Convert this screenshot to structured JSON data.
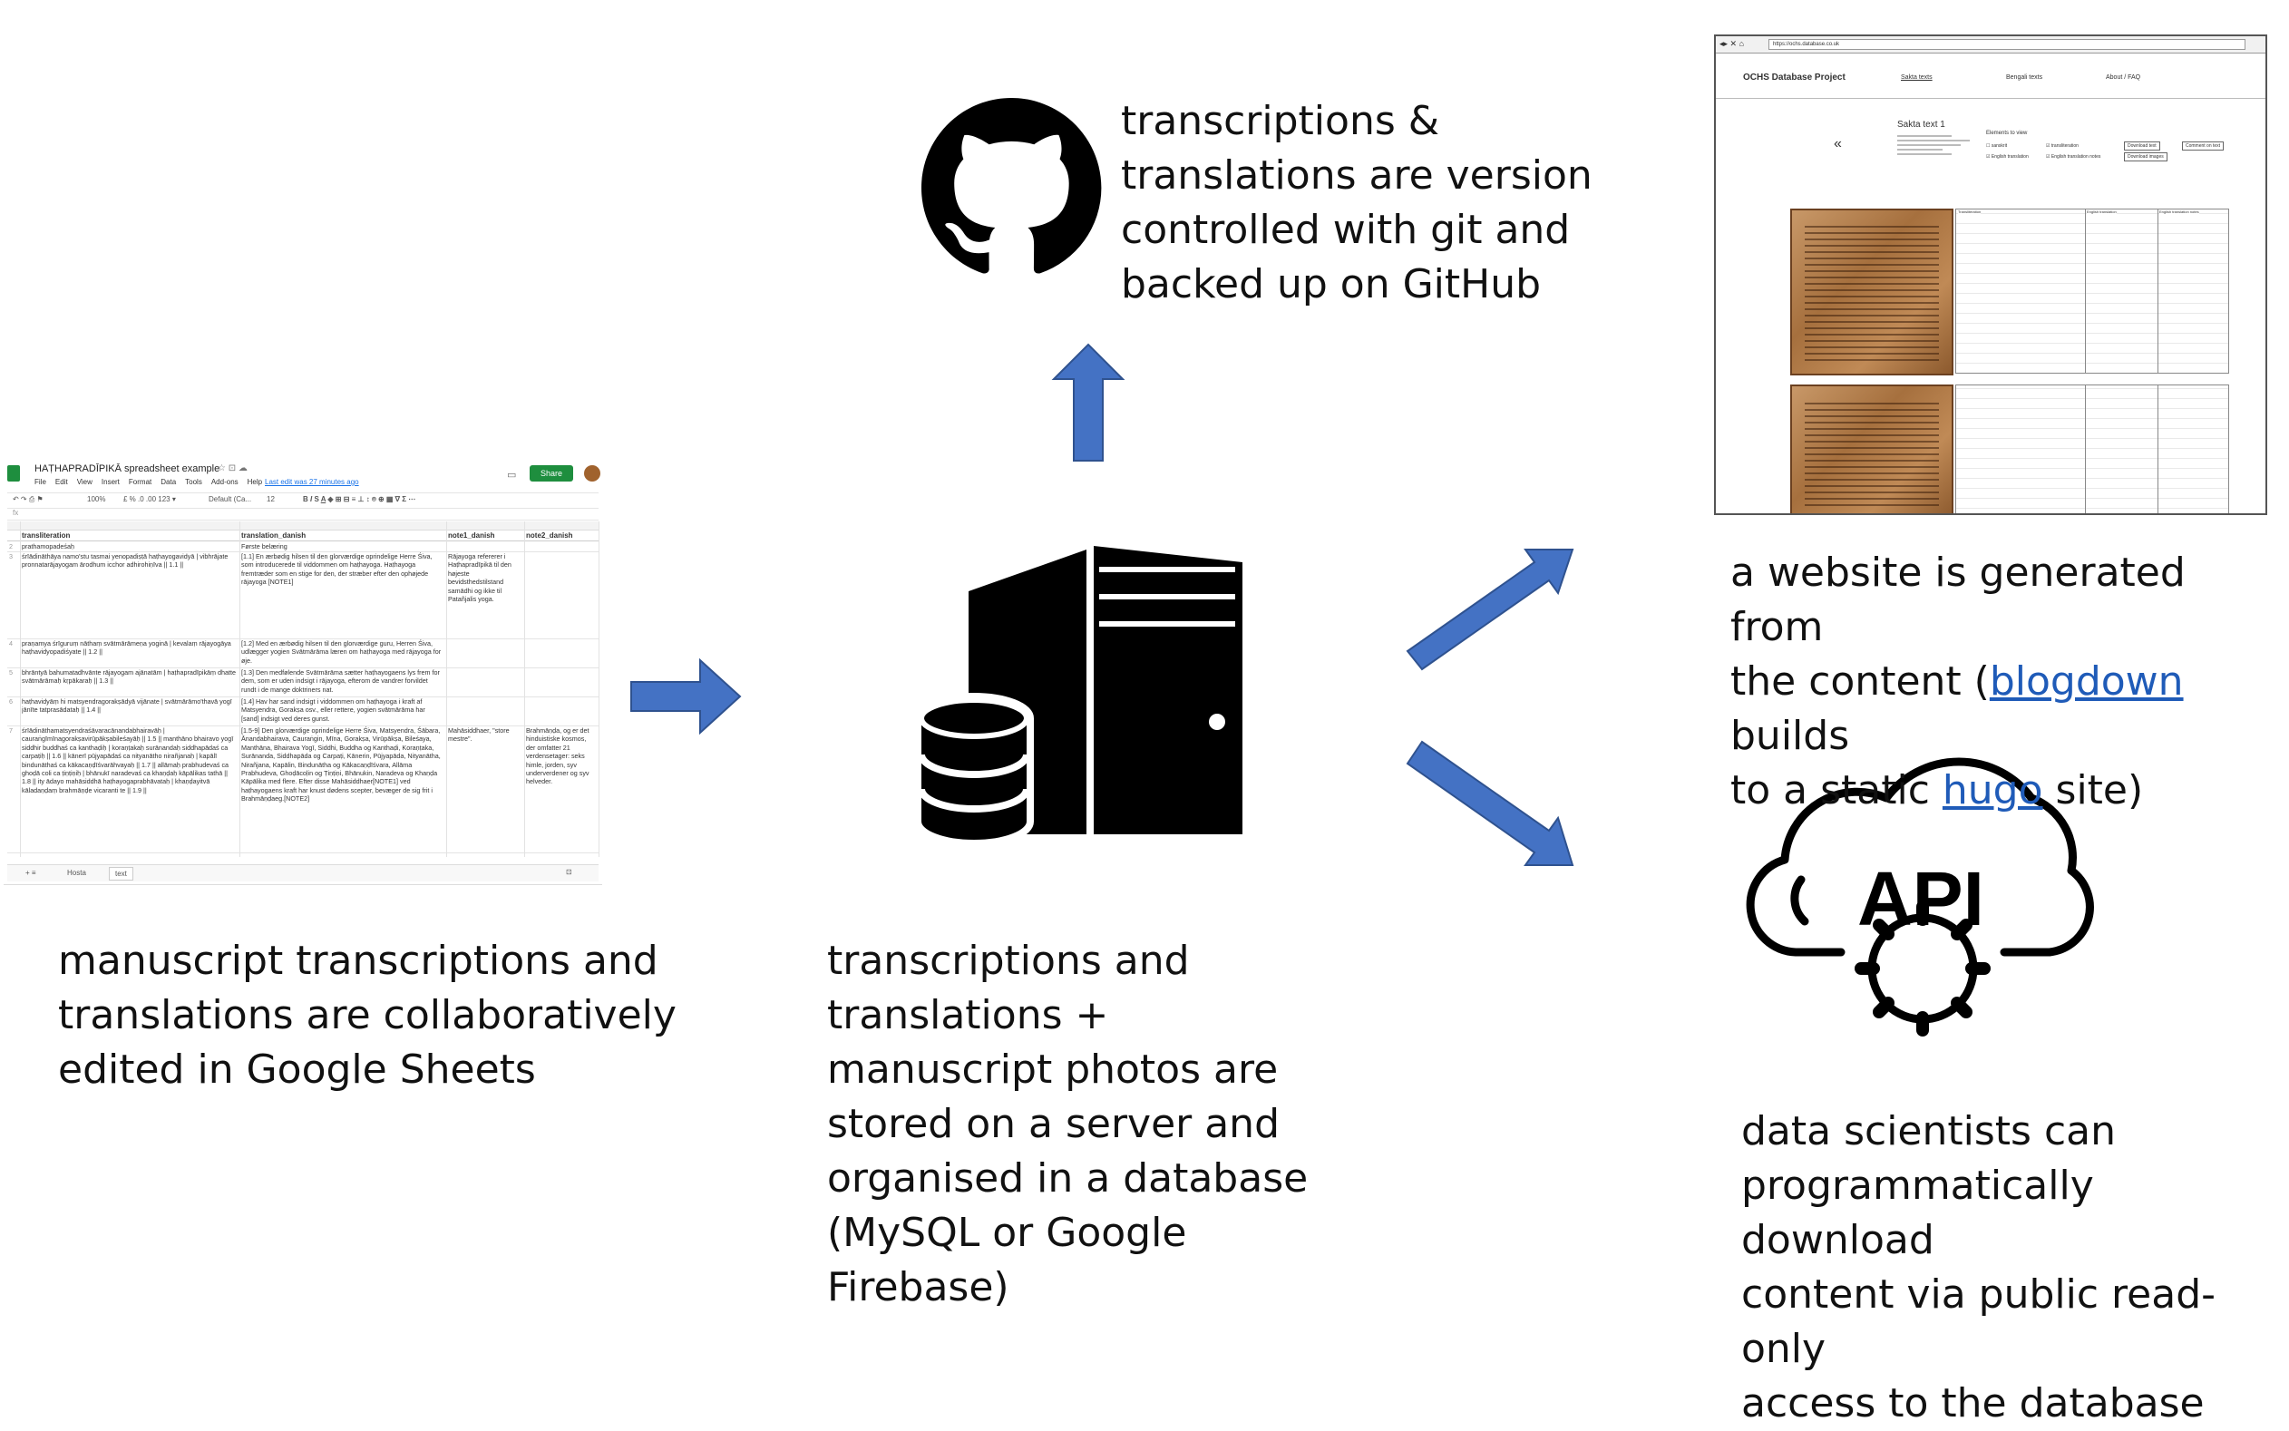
{
  "sheets": {
    "doc_title": "HAṬHAPRADĪPIKĀ spreadsheet example",
    "menu": [
      "File",
      "Edit",
      "View",
      "Insert",
      "Format",
      "Data",
      "Tools",
      "Add-ons",
      "Help"
    ],
    "last_edit": "Last edit was 27 minutes ago",
    "share_label": "Share",
    "zoom": "100%",
    "font": "Default (Ca...",
    "font_size": "12",
    "columns": [
      "transliteration",
      "translation_danish",
      "note1_danish",
      "note2_danish"
    ],
    "rows": [
      [
        "prathamopadeśaḥ",
        "Første belæring",
        "",
        ""
      ],
      [
        "śrīādināthāya namo'stu tasmai yenopadiṣṭā haṭhayogavidyā | vibhrājate pronnatarājayogam ārodhum icchor adhirohiṇīva || 1.1 ||",
        "[1.1] En ærbødig hilsen til den glorværdige oprindelige Herre Śiva, som introducerede til viddommen om haṭhayoga. Haṭhayoga fremtræder som en stige for den, der stræber efter den ophøjede rājayoga [NOTE1]",
        "Rājayoga refererer i Haṭhapradīpikā til den højeste bevidsthedstilstand samādhi og ikke til Patañjalis yoga.",
        ""
      ],
      [
        "praṇamya śrīguruṃ nāthaṃ svātmārāmeṇa yoginā | kevalaṃ rājayogāya haṭhavidyopadiśyate || 1.2 ||",
        "[1.2] Med en ærbødig hilsen til den glorværdige guru, Herren Śiva, udlægger yogien Svātmārāma læren om haṭhayoga med rājayoga for øje.",
        "",
        ""
      ],
      [
        "bhrāntyā bahumatadhvānte rājayogam ajānatām | haṭhapradīpikāṃ dhatte svātmārāmaḥ kṛpākaraḥ || 1.3 ||",
        "[1.3] Den medfølende Svātmārāma sætter haṭhayogaens lys frem for dem, som er uden indsigt i rājayoga, efterom de vandrer forvildet rundt i de mange doktriners nat.",
        "",
        ""
      ],
      [
        "haṭhavidyāṃ hi matsyendragorakṣādyā vijānate | svātmārāmo'thavā yogī jānīte tatprasādataḥ || 1.4 ||",
        "[1.4] Hav har sand indsigt i viddommen om haṭhayoga i kraft af Matsyendra, Gorakṣa osv., eller rettere, yogien svātmārāma har [sand] indsigt ved deres gunst.",
        "",
        ""
      ],
      [
        "śrīādināthamatsyendraśāvaracānandabhairavāḥ | cauraṅgīmīnagorakṣavirūpākṣabileśayāḥ || 1.5 || manthāno bhairavo yogī siddhir buddhaś ca kanthaḍiḥ | koraṇṭakaḥ surānandaḥ siddhapādaś ca carpaṭiḥ || 1.6 || kānerī pūjyapādaś ca nityanātho nirañjanaḥ | kapālī bindunāthaś ca kākacaṇḍīśvarāhvayaḥ || 1.7 || allāmaḥ prabhudevaś ca ghoḍā coli ca ṭiṇṭiṇiḥ | bhānukī naradevaś ca khaṇḍaḥ kāpālikas tathā || 1.8 || ity ādayo mahāsiddhā haṭhayogaprabhāvataḥ | khaṇḍayitvā kāladaṇḍaṃ brahmāṇḍe vicaranti te || 1.9 ||",
        "[1.5-9] Den glorværdige oprindelige Herre Śiva, Matsyendra, Śābara, Ānandabhairava, Cauraṅgin, Mīna, Gorakṣa, Virūpākṣa, Bileśaya, Manthāna, Bhairava Yogī, Siddhi, Buddha og Kanthaḍi, Koraṇṭaka, Surānanda, Siddhapāda og Carpaṭi, Kānerin, Pūjyapāda, Nityanātha, Nirañjana, Kapālin, Bindunātha og Kākacaṇḍīśvara, Allāma Prabhudeva, Ghoḍācoḷin og Ṭiṇṭiṇi, Bhānukin, Naradeva og Khaṇḍa Kāpālika med flere. Efter disse Mahāsiddhaer[NOTE1] ved haṭhayogaens kraft har knust dødens scepter, bevæger de sig frit i Brahmāṇḍaeg.[NOTE2]",
        "Mahāsiddhaer, \"store mestre\".",
        "Brahmāṇḍa, og er det hinduistiske kosmos, der omfatter 21 verdensetager: seks himle, jorden, syv underverdener og syv helveder."
      ]
    ],
    "sheet_tabs": [
      "Hosta",
      "text"
    ]
  },
  "website": {
    "project_title": "OCHS Database Project",
    "nav": [
      "Sakta texts",
      "Bengali texts",
      "About / FAQ"
    ],
    "page_title": "Sakta text 1",
    "elements_label": "Elements to view",
    "checkboxes": [
      "sanskrit",
      "transliteration",
      "English translation",
      "English translation notes"
    ],
    "buttons": [
      "Download text",
      "Download images",
      "Comment on text"
    ],
    "table_headers": [
      "Transliteration",
      "English translation",
      "English translation notes"
    ],
    "address": "https://ochs.database.co.uk"
  },
  "captions": {
    "sheets": [
      "manuscript transcriptions and",
      "translations are collaboratively",
      "edited in Google Sheets"
    ],
    "github": [
      "transcriptions &",
      "translations are version",
      "controlled with git and",
      "backed up on GitHub"
    ],
    "server": [
      "transcriptions and",
      "translations +",
      "manuscript photos are",
      "stored on a server and",
      "organised in a database",
      "(MySQL or Google",
      "Firebase)"
    ],
    "website": {
      "line1": "a website is generated from",
      "line2_pre": "the content (",
      "link1": "blogdown",
      "line2_post": " builds",
      "line3_pre": "to a static ",
      "link2": "hugo",
      "line3_post": " site)"
    },
    "api": [
      "data scientists can",
      "programmatically download",
      "content via public read-only",
      "access to the database"
    ]
  },
  "api_icon_text": "API",
  "colors": {
    "arrow": "#4472c4",
    "arrow_stroke": "#2f528f",
    "sheets_green": "#1e8e3e",
    "link": "#1f5bb8"
  }
}
